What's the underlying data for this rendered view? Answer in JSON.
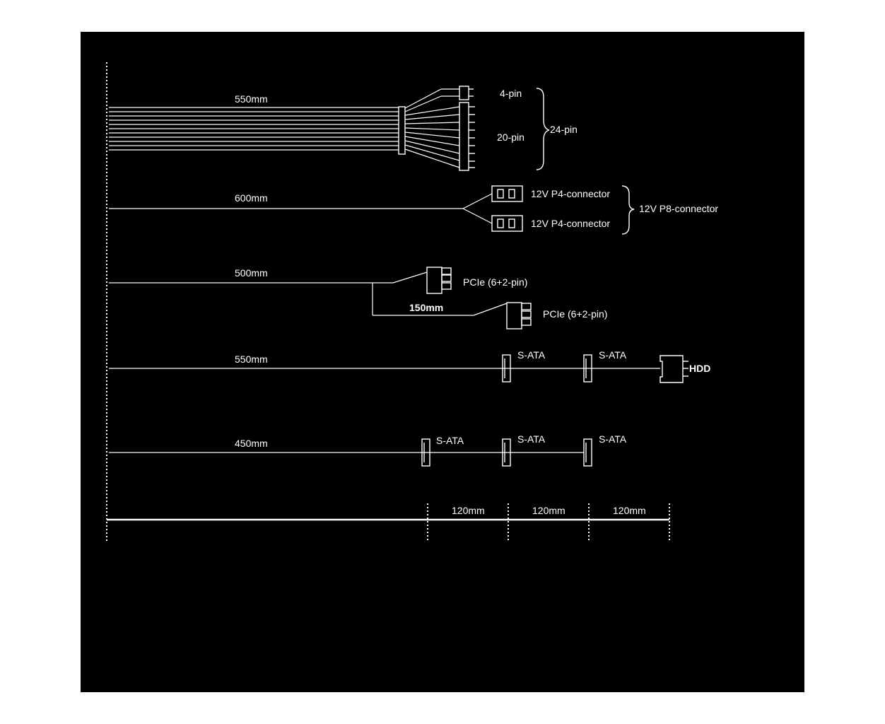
{
  "cables": {
    "atx": {
      "length": "550mm",
      "pin4": "4-pin",
      "pin20": "20-pin",
      "pin24": "24-pin"
    },
    "cpu": {
      "length": "600mm",
      "p4_top": "12V P4-connector",
      "p4_bottom": "12V P4-connector",
      "p8": "12V P8-connector"
    },
    "pcie": {
      "length": "500mm",
      "branch": "150mm",
      "conn1": "PCIe (6+2-pin)",
      "conn2": "PCIe (6+2-pin)"
    },
    "sata1": {
      "length": "550mm",
      "s1": "S-ATA",
      "s2": "S-ATA",
      "hdd": "HDD"
    },
    "sata2": {
      "length": "450mm",
      "s1": "S-ATA",
      "s2": "S-ATA",
      "s3": "S-ATA"
    }
  },
  "scale": {
    "seg1": "120mm",
    "seg2": "120mm",
    "seg3": "120mm"
  },
  "colors": {
    "background": "#000000",
    "line": "#ffffff"
  }
}
